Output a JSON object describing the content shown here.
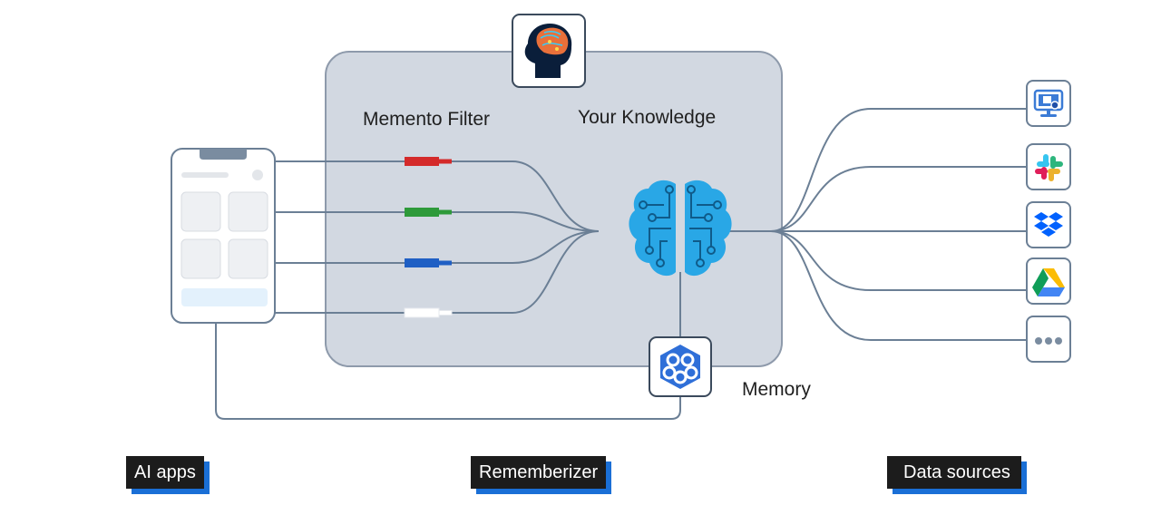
{
  "labels": {
    "memento_filter": "Memento Filter",
    "your_knowledge": "Your Knowledge",
    "memory": "Memory"
  },
  "tags": {
    "ai_apps": "AI apps",
    "rememberizer": "Rememberizer",
    "data_sources": "Data sources"
  },
  "filters": [
    {
      "name": "red",
      "color": "#d42a2a"
    },
    {
      "name": "green",
      "color": "#2e9a3a"
    },
    {
      "name": "blue",
      "color": "#1f5fc4"
    },
    {
      "name": "white",
      "color": "#ffffff"
    }
  ],
  "data_sources": [
    {
      "icon": "monitor-icon"
    },
    {
      "icon": "slack-icon"
    },
    {
      "icon": "dropbox-icon"
    },
    {
      "icon": "google-drive-icon"
    },
    {
      "icon": "more-icon"
    }
  ],
  "colors": {
    "line": "#6b7f95",
    "panel": "#d2d8e1",
    "brain": "#29a7e6",
    "tag_bg": "#1c1c1c",
    "tag_shadow": "#1a6fd6"
  }
}
